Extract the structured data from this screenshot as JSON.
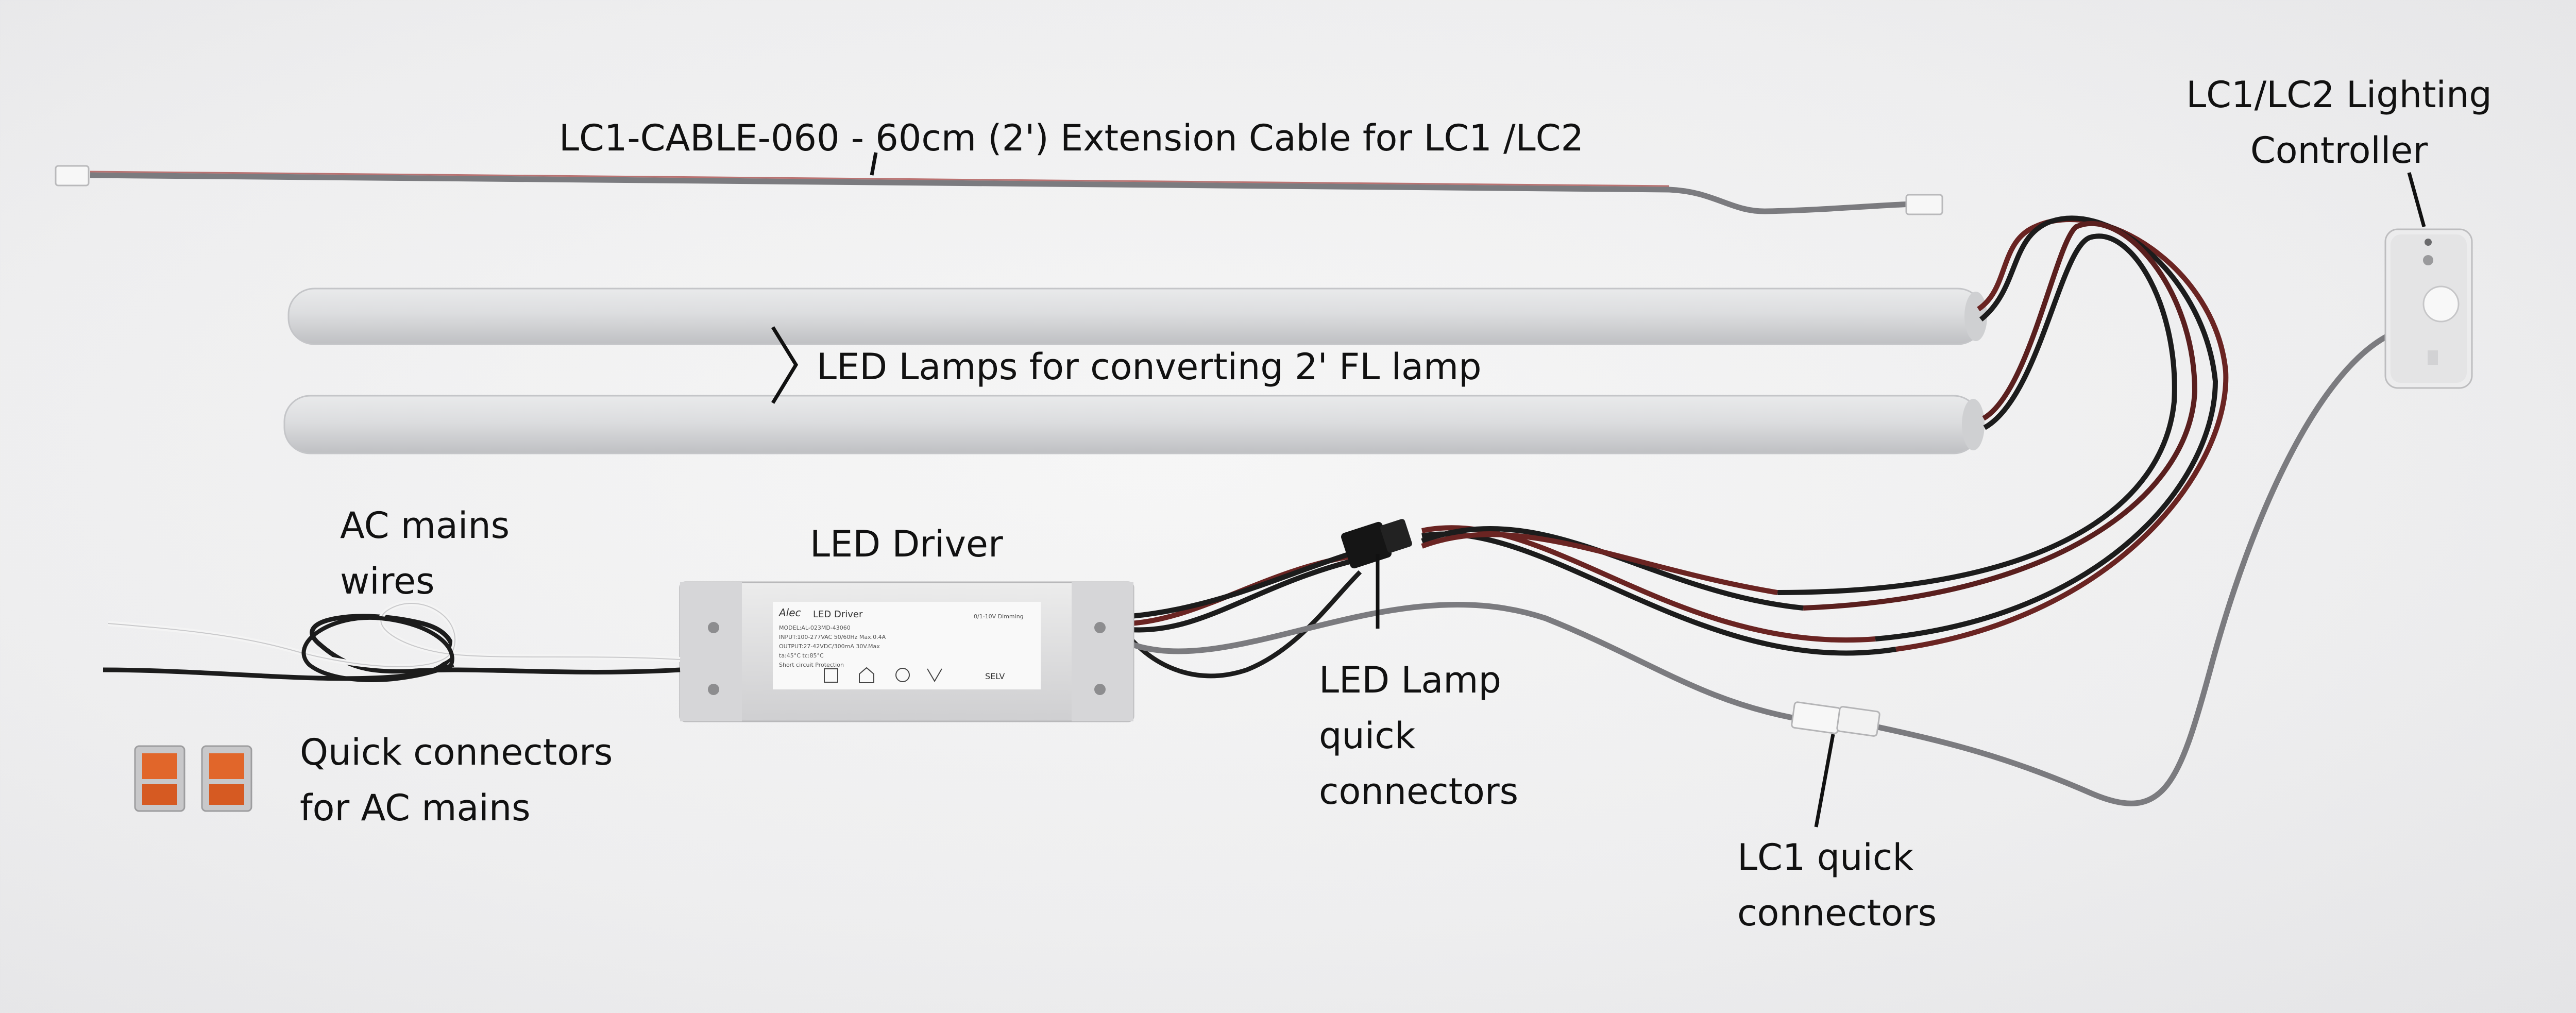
{
  "labels": {
    "extension_cable": "LC1-CABLE-060 - 60cm (2') Extension Cable for LC1 /LC2",
    "controller": {
      "line1": "LC1/LC2  Lighting",
      "line2": "Controller"
    },
    "led_lamps": "LED Lamps for converting 2' FL lamp",
    "ac_mains": {
      "line1": "AC mains",
      "line2": "wires"
    },
    "led_driver": "LED Driver",
    "lamp_connectors": {
      "line1": "LED Lamp",
      "line2": "quick",
      "line3": "connectors"
    },
    "ac_connectors": {
      "line1": "Quick connectors",
      "line2": "for AC mains"
    },
    "lc1_connectors": {
      "line1": "LC1 quick",
      "line2": "connectors"
    }
  },
  "driver_label": {
    "brand": "Alec",
    "title": "LED Driver",
    "model": "MODEL:AL-023MD-43060",
    "input": "INPUT:100-277VAC 50/60Hz  Max.0.4A",
    "output": "OUTPUT:27-42VDC/300mA 30V.Max",
    "temps": "ta:45°C    tc:85°C",
    "protection": "Short circuit Protection",
    "dimming": "0/1-10V  Dimming",
    "selv": "SELV"
  },
  "colors": {
    "background": "#efeff0",
    "lamp": "#dadbdc",
    "cable_gray": "#7b7b7f",
    "wire_red": "#6a2422",
    "wire_black": "#1c1c1c",
    "connector_orange": "#e1662a"
  }
}
